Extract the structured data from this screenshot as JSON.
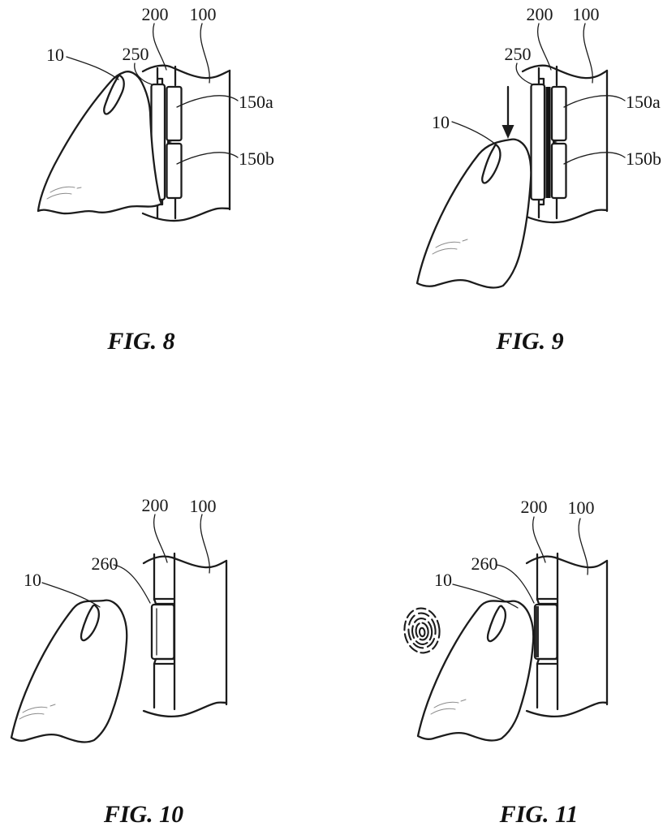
{
  "page": {
    "background": "#ffffff",
    "ink": "#1c1c1c",
    "pressed_fill": "#141414"
  },
  "figures": [
    {
      "caption": "FIG. 8",
      "labels": {
        "finger": "10",
        "button": "250",
        "frame": "200",
        "housing": "100",
        "switch_a": "150a",
        "switch_b": "150b"
      }
    },
    {
      "caption": "FIG. 9",
      "icon": "down-arrow",
      "labels": {
        "finger": "10",
        "button": "250",
        "frame": "200",
        "housing": "100",
        "switch_a": "150a",
        "switch_b": "150b"
      }
    },
    {
      "caption": "FIG. 10",
      "labels": {
        "finger": "10",
        "recess": "260",
        "frame": "200",
        "housing": "100"
      }
    },
    {
      "caption": "FIG. 11",
      "icon": "fingerprint",
      "labels": {
        "finger": "10",
        "recess": "260",
        "frame": "200",
        "housing": "100"
      }
    }
  ]
}
